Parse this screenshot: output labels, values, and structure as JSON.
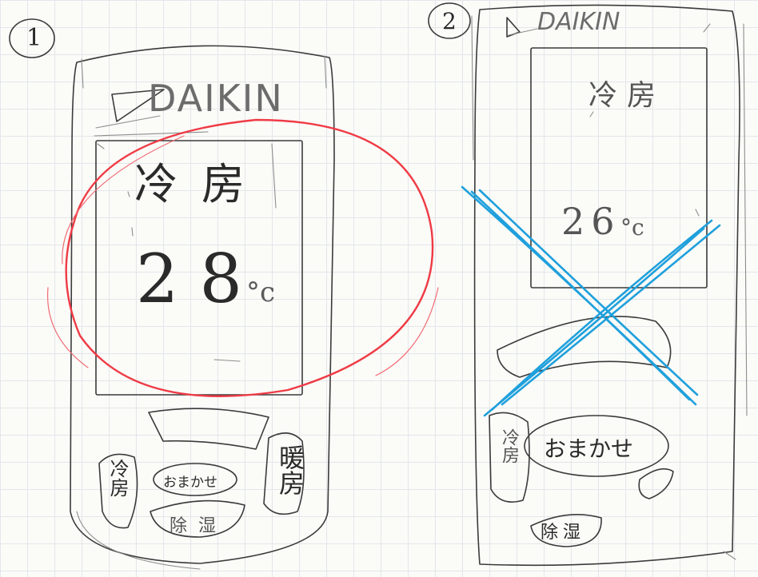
{
  "sketch_1": {
    "number": "1",
    "brand": "DAIKIN",
    "mode": "冷房",
    "temperature": "28",
    "unit": "°c",
    "buttons": {
      "cool": "冷房",
      "heat": "暖房",
      "auto": "おまかせ",
      "dry": "除湿"
    },
    "mark": "circle",
    "mark_color": "#ef3b45"
  },
  "sketch_2": {
    "number": "2",
    "brand": "DAIKIN",
    "mode": "冷房",
    "temperature": "26",
    "unit": "°c",
    "buttons": {
      "cool": "冷房",
      "auto": "おまかせ",
      "dry": "除湿"
    },
    "mark": "cross",
    "mark_color": "#1fa0dc"
  }
}
